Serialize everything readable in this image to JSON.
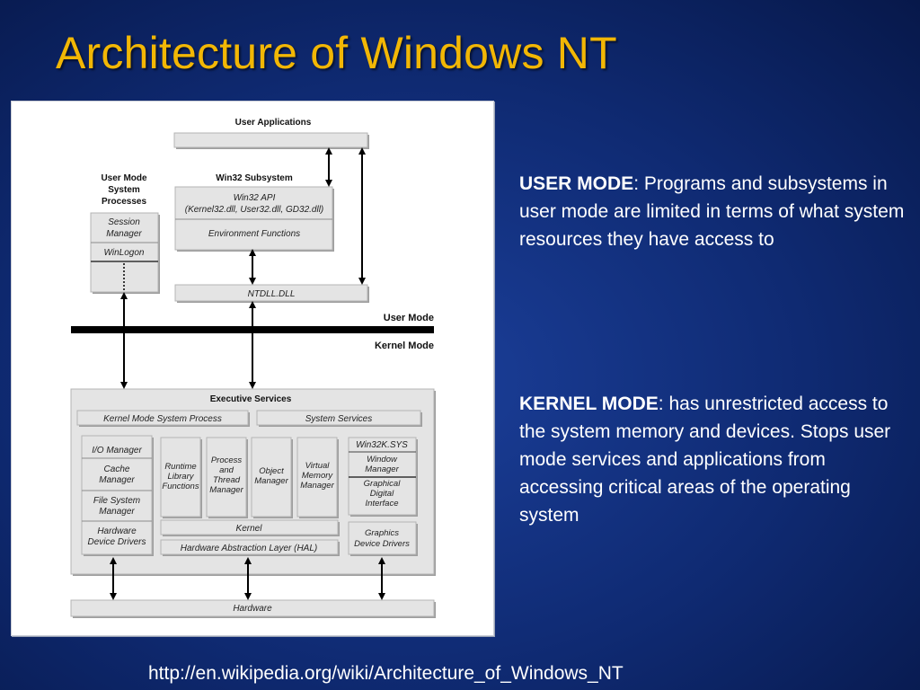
{
  "slide": {
    "title": "Architecture of Windows NT",
    "source_url": "http://en.wikipedia.org/wiki/Architecture_of_Windows_NT"
  },
  "user_mode": {
    "heading": "USER MODE",
    "body": ": Programs and subsystems in user mode are limited in terms of what system resources they have access to"
  },
  "kernel_mode": {
    "heading": "KERNEL MODE",
    "body": ": has unrestricted access to the system memory and devices. Stops user mode services and applications from accessing critical areas of the operating system"
  },
  "diagram": {
    "user_applications": "User Applications",
    "user_mode_system_processes": [
      "User Mode",
      "System",
      "Processes"
    ],
    "session_manager": [
      "Session",
      "Manager"
    ],
    "winlogon": "WinLogon",
    "win32_subsystem": "Win32 Subsystem",
    "win32_api": [
      "Win32 API",
      "(Kernel32.dll, User32.dll, GD32.dll)"
    ],
    "environment_functions": "Environment Functions",
    "ntdll": "NTDLL.DLL",
    "user_mode_label": "User Mode",
    "kernel_mode_label": "Kernel  Mode",
    "executive_services": "Executive Services",
    "kernel_mode_system_process": "Kernel Mode System Process",
    "system_services": "System Services",
    "io_manager": "I/O Manager",
    "cache_manager": [
      "Cache",
      "Manager"
    ],
    "file_system_manager": [
      "File System",
      "Manager"
    ],
    "hardware_device_drivers": [
      "Hardware",
      "Device Drivers"
    ],
    "runtime_library_functions": [
      "Runtime",
      "Library",
      "Functions"
    ],
    "process_thread_manager": [
      "Process",
      "and",
      "Thread",
      "Manager"
    ],
    "object_manager": [
      "Object",
      "Manager"
    ],
    "virtual_memory_manager": [
      "Virtual",
      "Memory",
      "Manager"
    ],
    "win32k_sys": "Win32K.SYS",
    "window_manager": [
      "Window",
      "Manager"
    ],
    "graphical_device_interface": [
      "Graphical",
      "Digital",
      "Interface"
    ],
    "kernel": "Kernel",
    "hal": "Hardware Abstraction Layer (HAL)",
    "graphics_device_drivers": [
      "Graphics",
      "Device Drivers"
    ],
    "hardware": "Hardware"
  }
}
